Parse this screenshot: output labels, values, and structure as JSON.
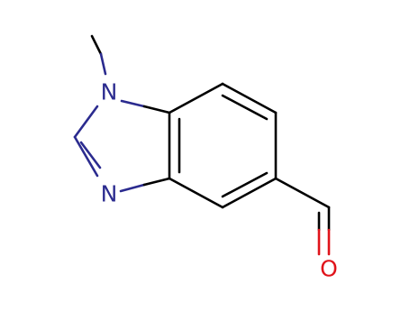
{
  "molecule": {
    "atoms": [
      {
        "id": "n1",
        "label": "N"
      },
      {
        "id": "n3",
        "label": "N"
      },
      {
        "id": "o1",
        "label": "O"
      }
    ],
    "colors": {
      "bond": "#000000",
      "nitrogen": "#2b2b8f",
      "oxygen": "#e0131a"
    }
  }
}
